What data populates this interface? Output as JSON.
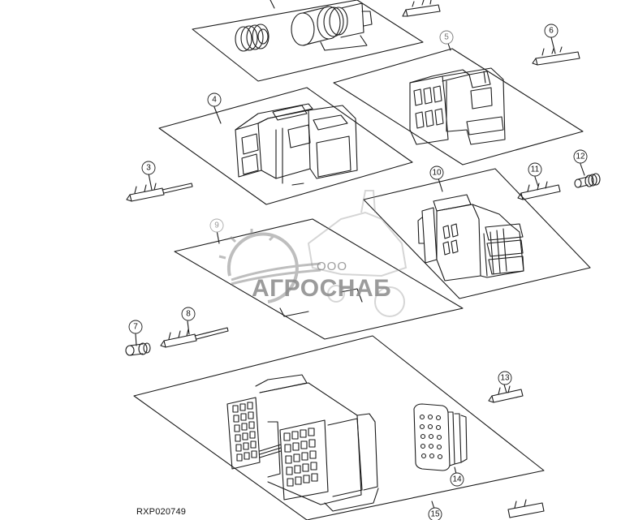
{
  "figure_code": "RXP020749",
  "watermark": {
    "prefix": "ООО",
    "name": "АГРОСНАБ"
  },
  "callouts": [
    "3",
    "4",
    "5",
    "6",
    "7",
    "8",
    "9",
    "10",
    "11",
    "12",
    "13",
    "14",
    "15"
  ],
  "colors": {
    "line": "#1a1a1a",
    "watermark": "#8a8a8a"
  }
}
